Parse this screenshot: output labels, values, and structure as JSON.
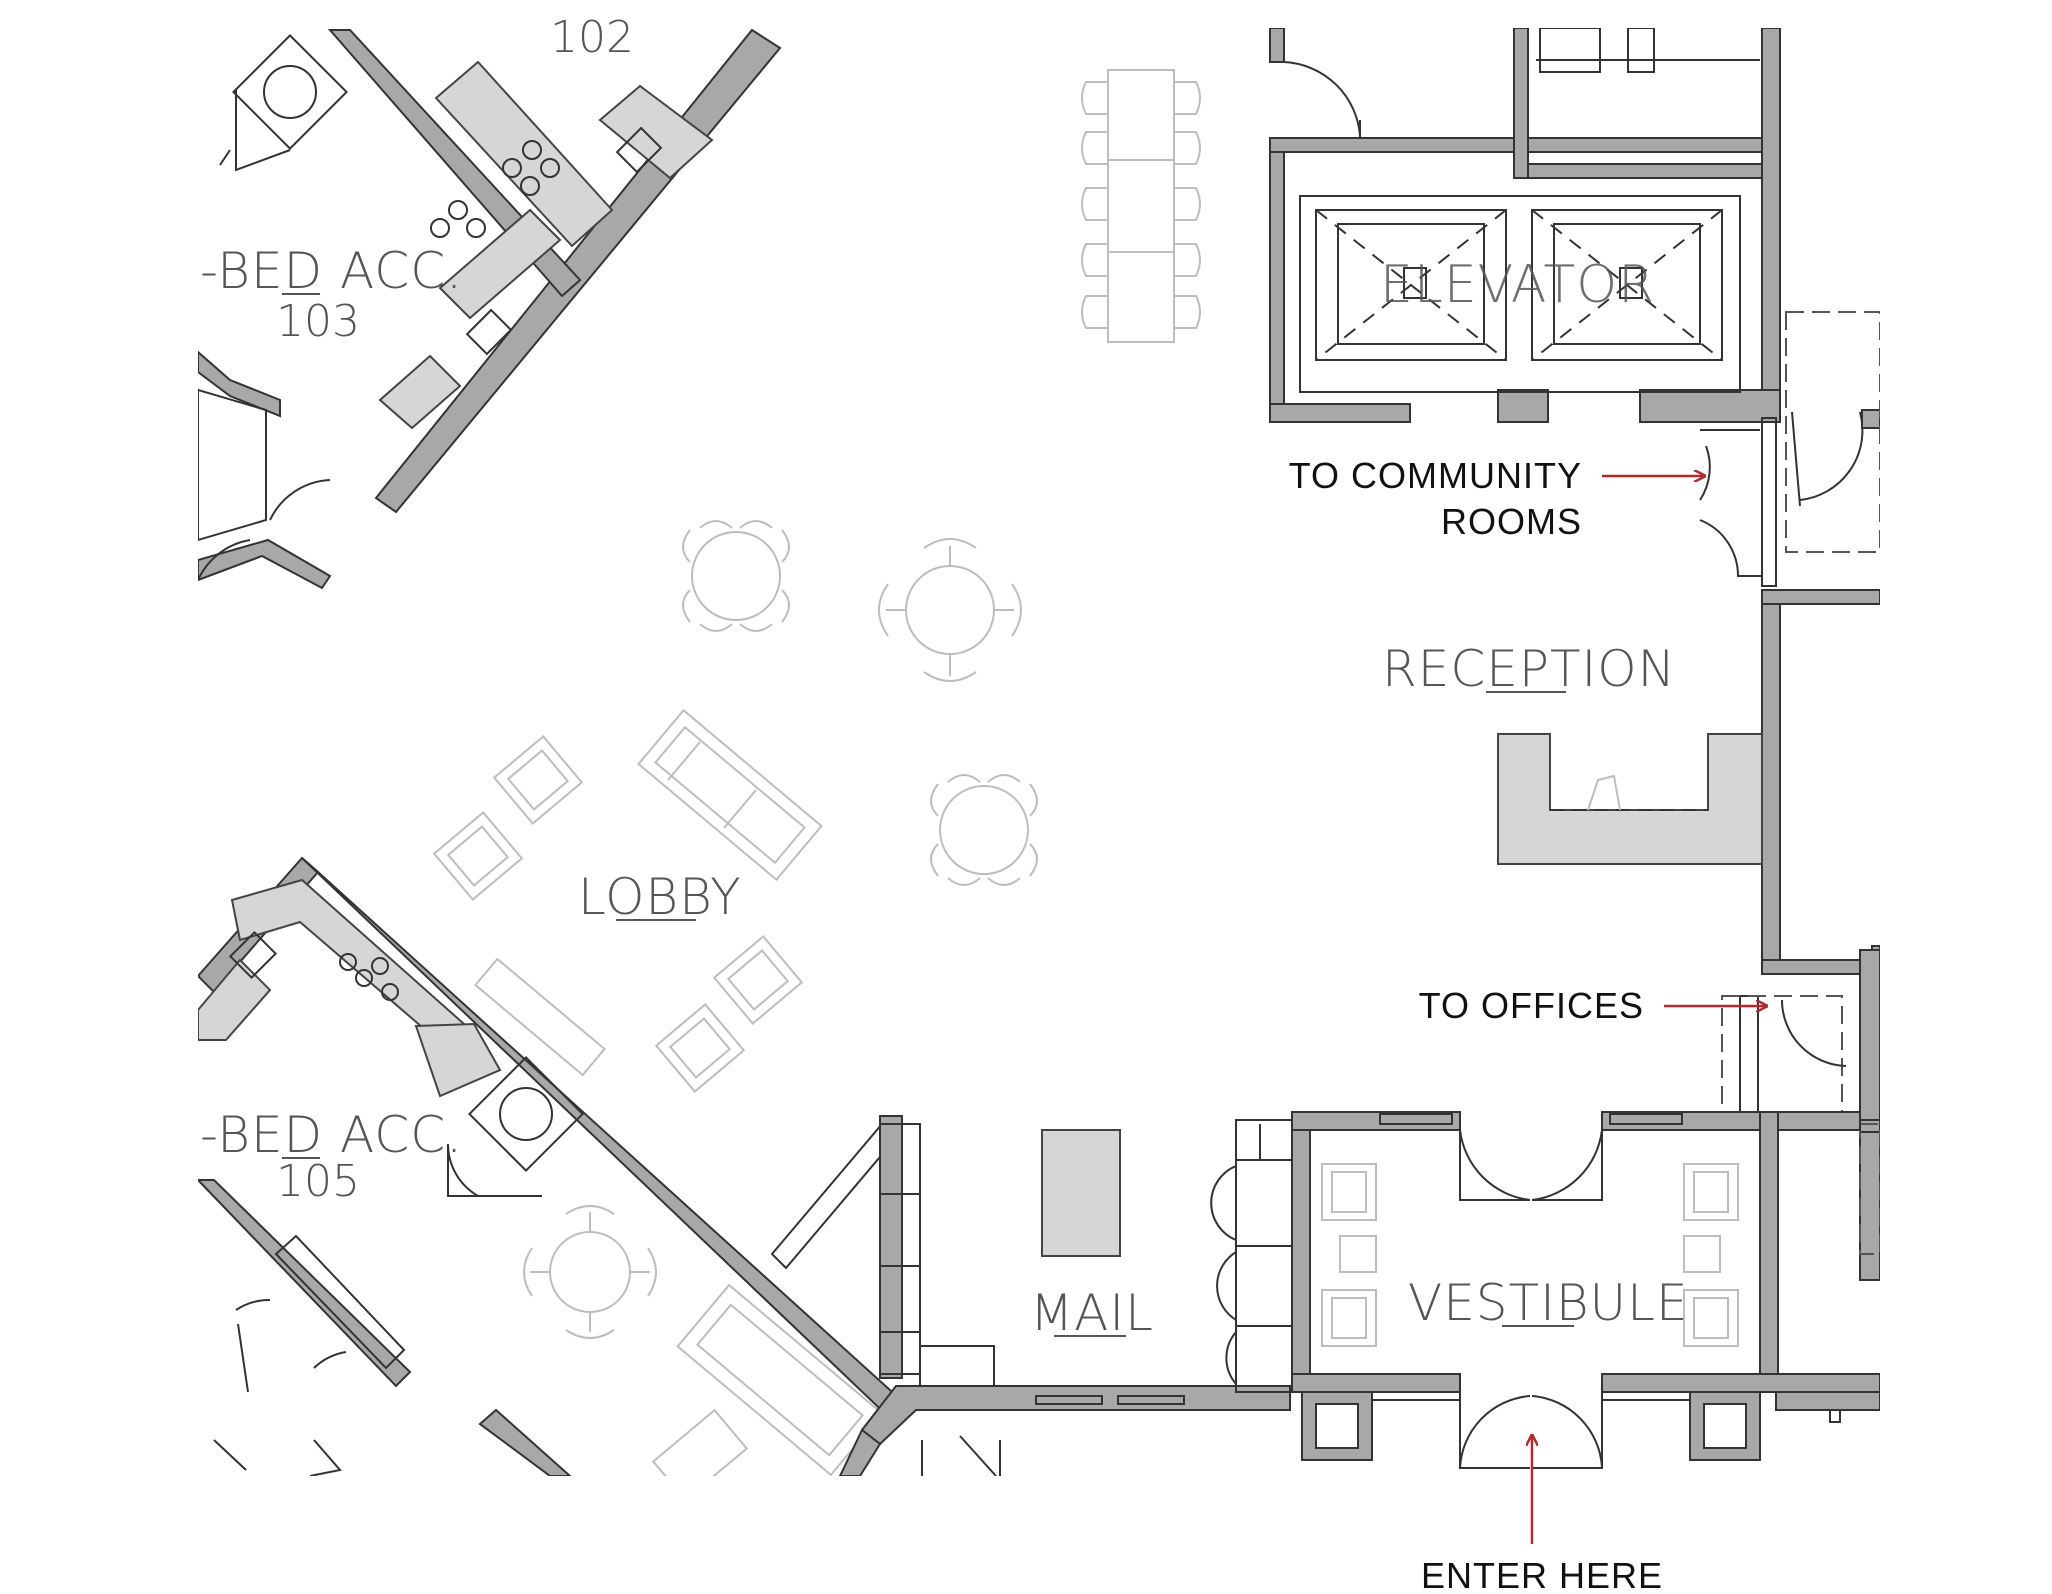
{
  "labels": {
    "room_102_num": "102",
    "room_103_name": "-BED ACC.",
    "room_103_num": "103",
    "room_105_name": "-BED ACC.",
    "room_105_num": "105",
    "lobby": "LOBBY",
    "elevator": "ELEVATOR",
    "reception": "RECEPTION",
    "mail": "MAIL",
    "vestibule": "VESTIBULE"
  },
  "callouts": {
    "community_line1": "TO COMMUNITY",
    "community_line2": "ROOMS",
    "offices": "TO OFFICES",
    "enter": "ENTER HERE"
  },
  "colors": {
    "arrow": "#b5292b",
    "wall_fill": "#a8a8a8",
    "counter_fill": "#d6d6d6",
    "line": "#333333",
    "furniture": "#bdbdbd",
    "label": "#555555",
    "callout_text": "#111111"
  }
}
